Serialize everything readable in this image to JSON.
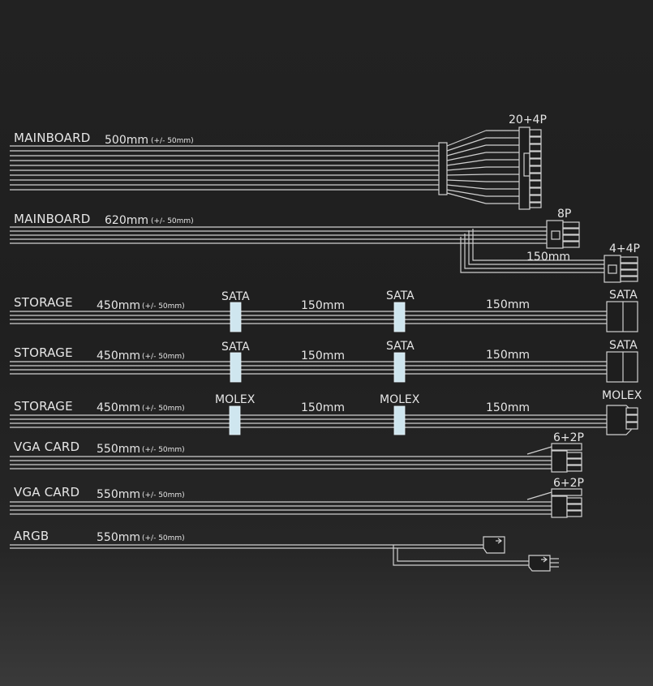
{
  "cables": [
    {
      "label": "MAINBOARD",
      "length": "500mm",
      "tolerance": "(+/- 50mm)",
      "connector": "20+4P"
    },
    {
      "label": "MAINBOARD",
      "length": "620mm",
      "tolerance": "(+/- 50mm)",
      "connector": "8P",
      "branch_length": "150mm",
      "branch_connector": "4+4P"
    },
    {
      "label": "STORAGE",
      "length": "450mm",
      "tolerance": "(+/- 50mm)",
      "connectors": [
        "SATA",
        "SATA",
        "SATA"
      ],
      "segments": [
        "150mm",
        "150mm"
      ]
    },
    {
      "label": "STORAGE",
      "length": "450mm",
      "tolerance": "(+/- 50mm)",
      "connectors": [
        "SATA",
        "SATA",
        "SATA"
      ],
      "segments": [
        "150mm",
        "150mm"
      ]
    },
    {
      "label": "STORAGE",
      "length": "450mm",
      "tolerance": "(+/- 50mm)",
      "connectors": [
        "MOLEX",
        "MOLEX",
        "MOLEX"
      ],
      "segments": [
        "150mm",
        "150mm"
      ]
    },
    {
      "label": "VGA CARD",
      "length": "550mm",
      "tolerance": "(+/- 50mm)",
      "connector": "6+2P"
    },
    {
      "label": "VGA CARD",
      "length": "550mm",
      "tolerance": "(+/- 50mm)",
      "connector": "6+2P"
    },
    {
      "label": "ARGB",
      "length": "550mm",
      "tolerance": "(+/- 50mm)"
    }
  ],
  "colors": {
    "wire": "#cfcfcf",
    "node": "#cfe6ef",
    "text": "#e6e6e6",
    "background": "#222222"
  }
}
